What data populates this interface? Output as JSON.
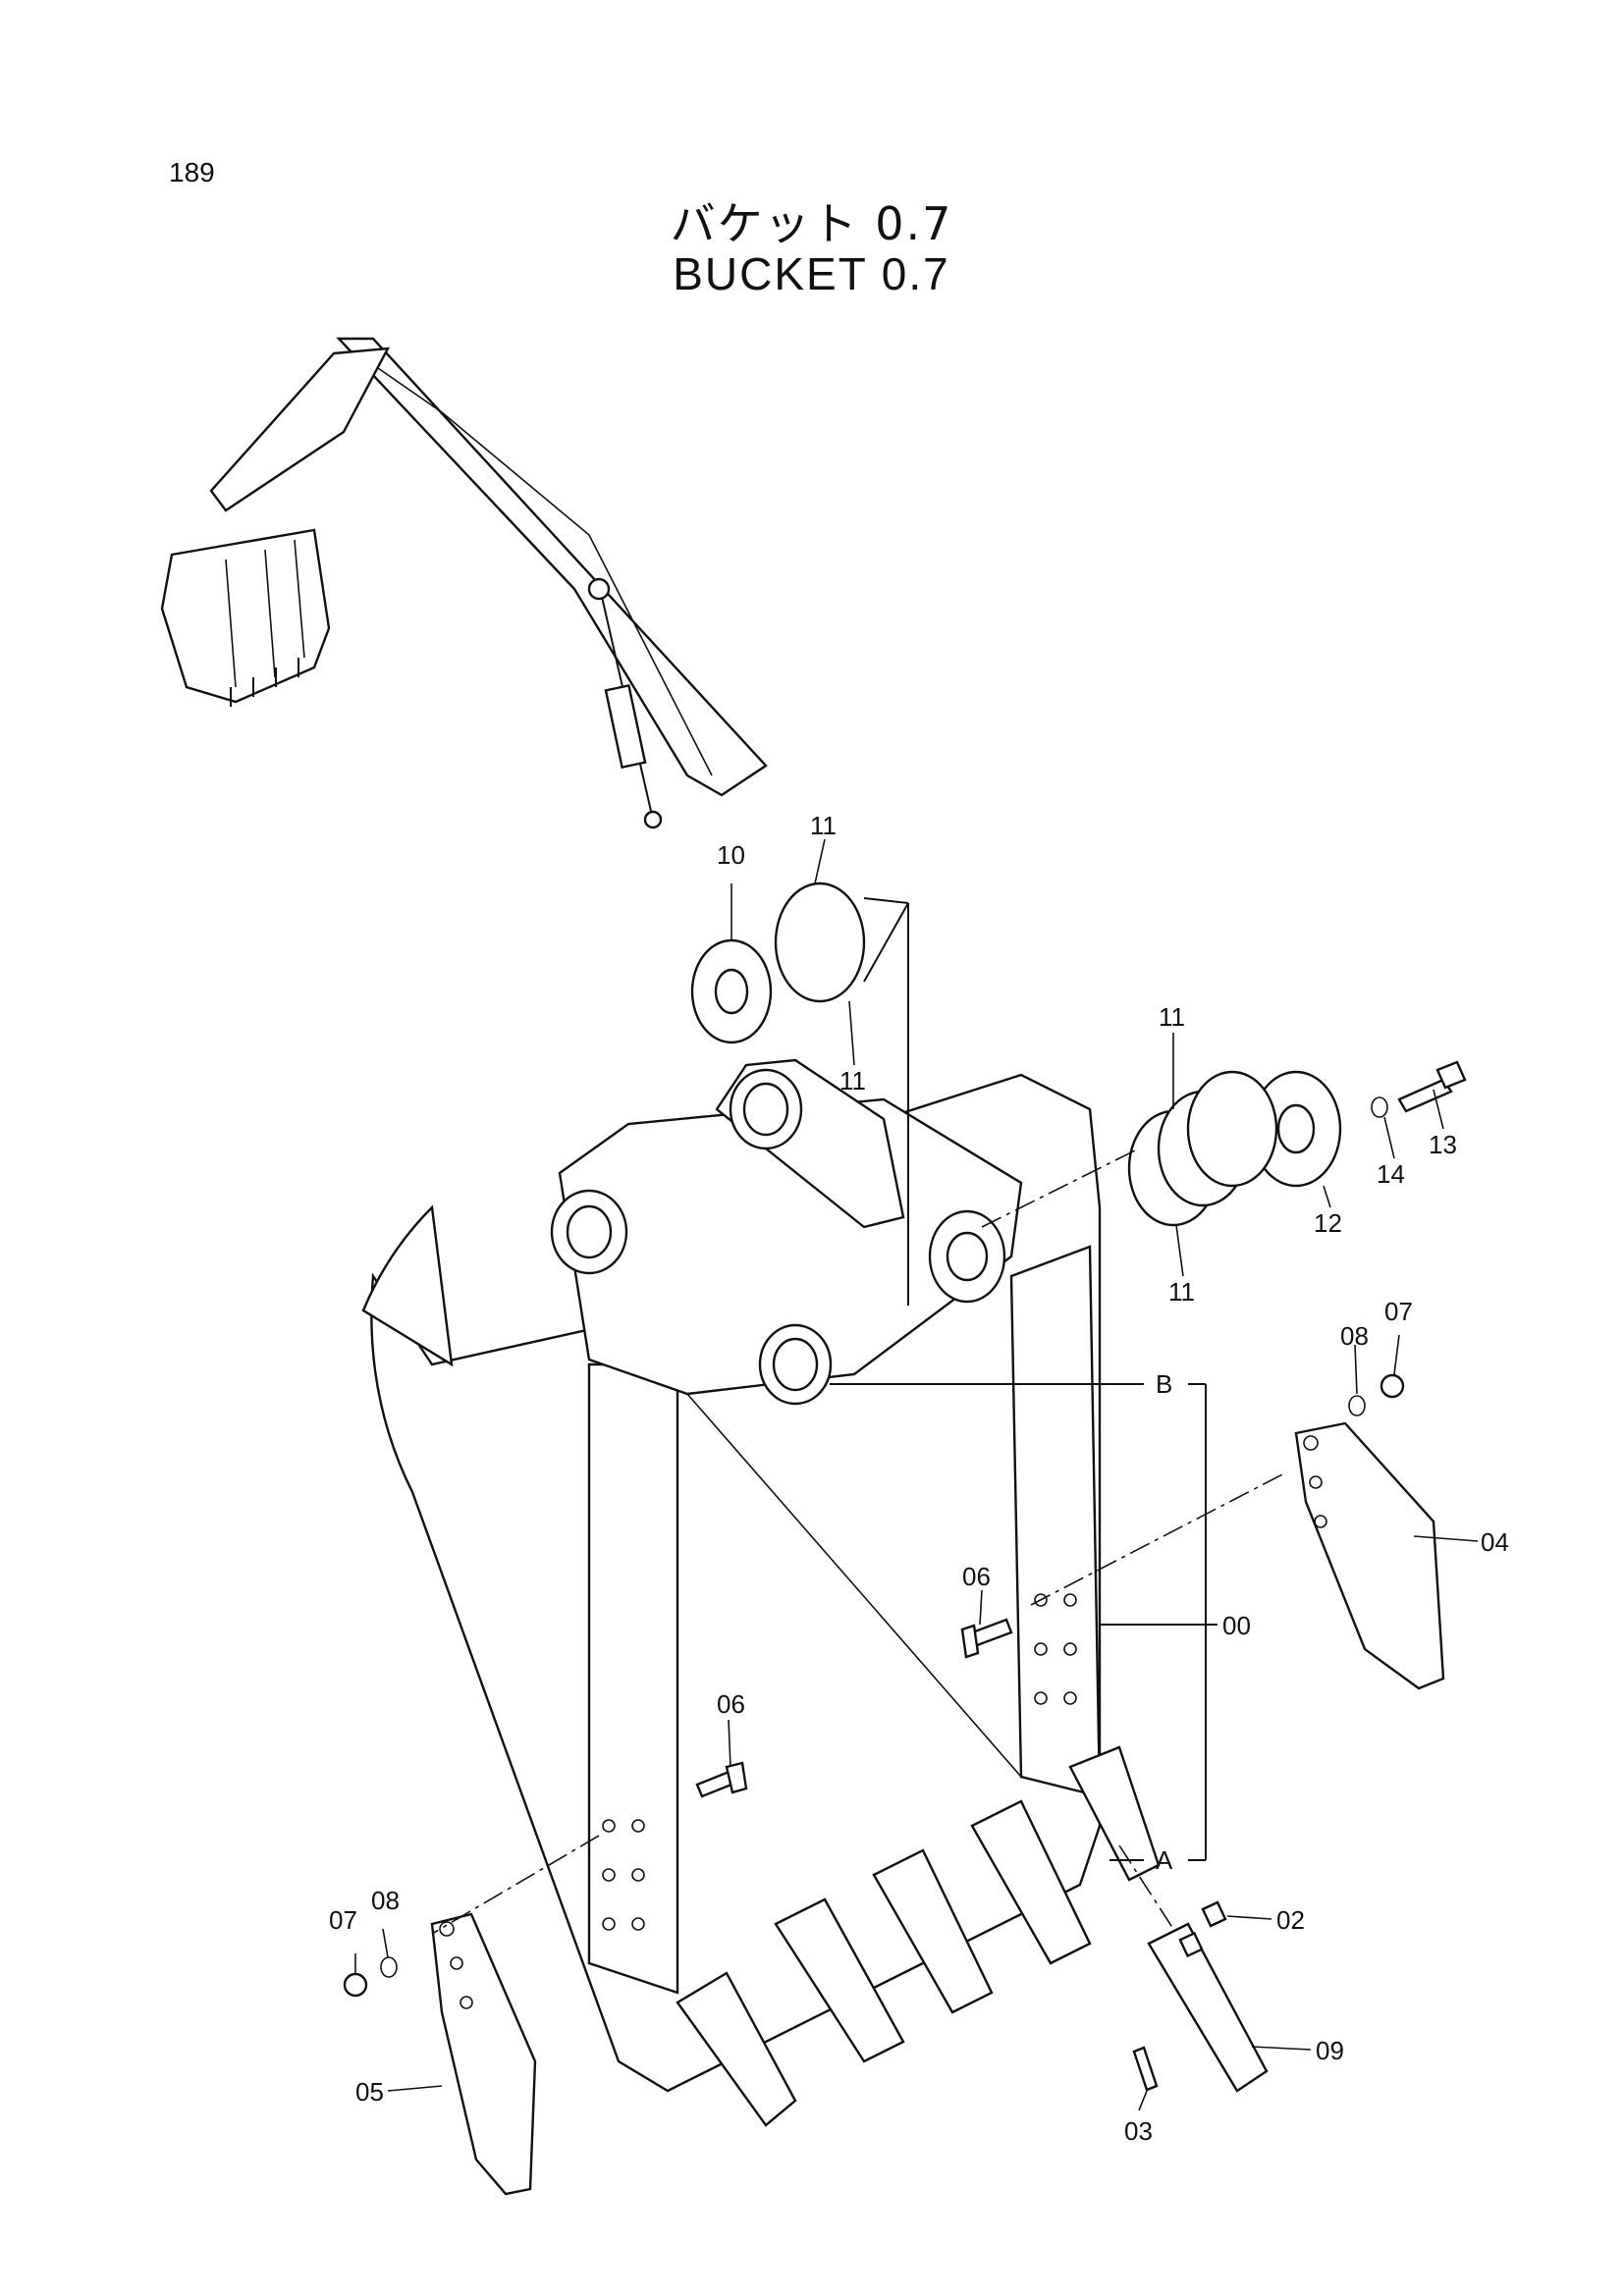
{
  "page": {
    "number": "189",
    "title_jp": "バケット 0.7",
    "title_en": "BUCKET 0.7"
  },
  "callouts": {
    "c00": "00",
    "c02": "02",
    "c03": "03",
    "c04": "04",
    "c05": "05",
    "c06a": "06",
    "c06b": "06",
    "c07a": "07",
    "c07b": "07",
    "c08a": "08",
    "c08b": "08",
    "c09": "09",
    "c10": "10",
    "c11a": "11",
    "c11b": "11",
    "c11c": "11",
    "c11d": "11",
    "c12": "12",
    "c13": "13",
    "c14": "14",
    "refA": "A",
    "refB": "B"
  }
}
